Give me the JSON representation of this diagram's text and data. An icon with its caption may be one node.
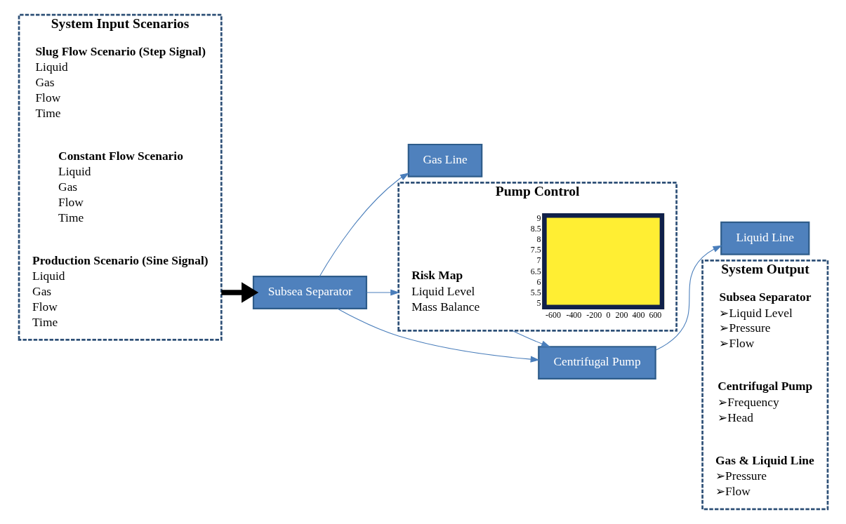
{
  "diagram": {
    "nodes": [
      {
        "text": [
          "System Input Scenarios"
        ]
      },
      {
        "text": [
          "Slug Flow Scenario (Step Signal)",
          "Liquid",
          "Gas",
          "Flow",
          "Time"
        ],
        "in": 0
      },
      {
        "text": [
          "Constant Flow Scenario",
          "Liquid",
          "Gas",
          "Flow",
          "Time"
        ],
        "in": 0
      },
      {
        "text": [
          "Production Scenario (Sine Signal)",
          "Liquid",
          "Gas",
          "Flow",
          "Time"
        ],
        "in": 0
      },
      {
        "text": [
          "Subsea Separator"
        ]
      },
      {
        "text": [
          "Gas Line"
        ]
      },
      {
        "text": [
          "Centrifugal Pump"
        ]
      },
      {
        "text": [
          "Liquid Line"
        ]
      },
      {
        "text": [
          "Pump Control"
        ]
      },
      {
        "text": [
          "Risk Map",
          "Liquid Level",
          "Mass Balance"
        ],
        "in": 8
      },
      {
        "text": [
          "System Output"
        ]
      },
      {
        "text": [
          "Subsea Separator",
          "➢Liquid Level",
          "➢Pressure",
          "➢Flow"
        ],
        "in": 10
      },
      {
        "text": [
          "Centrifugal Pump",
          "➢Frequency",
          "➢Head"
        ],
        "in": 10
      },
      {
        "text": [
          "Gas & Liquid Line",
          "➢Pressure",
          "➢Flow"
        ],
        "in": 10
      }
    ],
    "edges": [
      {
        "from": 0,
        "to": 4,
        "arrow": "to",
        "style": "thick",
        "color": "#000000"
      },
      {
        "from": 4,
        "to": 5,
        "arrow": "to"
      },
      {
        "from": 4,
        "to": 6,
        "arrow": "to"
      },
      {
        "from": 6,
        "to": 7,
        "arrow": "to"
      },
      {
        "from": 4,
        "to": 8,
        "arrow": "to"
      },
      {
        "from": 8,
        "to": 6,
        "arrow": "to"
      }
    ],
    "labels": [
      "9",
      "8.5",
      "8",
      "7.5",
      "7",
      "6.5",
      "6",
      "5.5",
      "5",
      "-600",
      "-400",
      "-200",
      "0",
      "200",
      "400",
      "600"
    ]
  }
}
